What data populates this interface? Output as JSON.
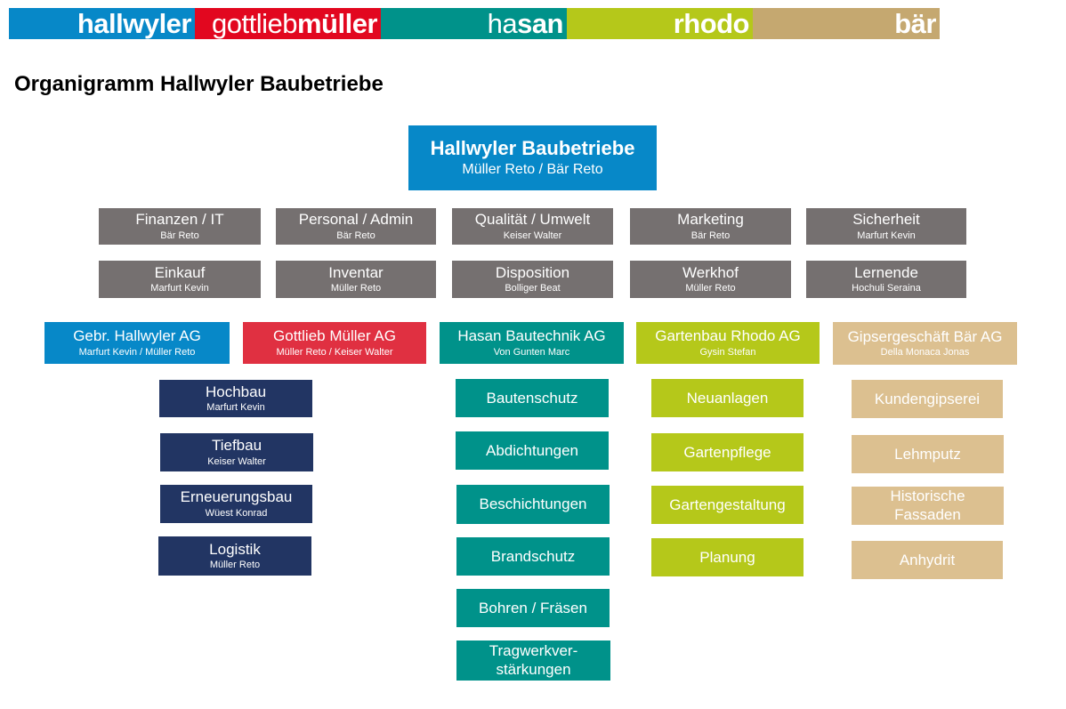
{
  "brand_bar": [
    {
      "light": "",
      "bold": "hallwyler",
      "color": "#0788c8"
    },
    {
      "light": "gottlieb",
      "bold": "müller",
      "color": "#e2071f"
    },
    {
      "light": "ha",
      "bold": "san",
      "color": "#00928a"
    },
    {
      "light": "",
      "bold": "rhodo",
      "color": "#b5c81a"
    },
    {
      "light": "",
      "bold": "bär",
      "color": "#c5a870"
    }
  ],
  "page_title": "Organigramm Hallwyler Baubetriebe",
  "root": {
    "label": "Hallwyler Baubetriebe",
    "person": "Müller Reto / Bär Reto"
  },
  "staff_row1": [
    {
      "label": "Finanzen / IT",
      "person": "Bär Reto"
    },
    {
      "label": "Personal / Admin",
      "person": "Bär Reto"
    },
    {
      "label": "Qualität / Umwelt",
      "person": "Keiser Walter"
    },
    {
      "label": "Marketing",
      "person": "Bär Reto"
    },
    {
      "label": "Sicherheit",
      "person": "Marfurt Kevin"
    }
  ],
  "staff_row2": [
    {
      "label": "Einkauf",
      "person": "Marfurt Kevin"
    },
    {
      "label": "Inventar",
      "person": "Müller Reto"
    },
    {
      "label": "Disposition",
      "person": "Bolliger Beat"
    },
    {
      "label": "Werkhof",
      "person": "Müller Reto"
    },
    {
      "label": "Lernende",
      "person": "Hochuli Seraina"
    }
  ],
  "companies": [
    {
      "label": "Gebr. Hallwyler AG",
      "person": "Marfurt Kevin / Müller Reto",
      "color": "#0788c8"
    },
    {
      "label": "Gottlieb Müller AG",
      "person": "Müller Reto / Keiser Walter",
      "color": "#e03041"
    },
    {
      "label": "Hasan Bautechnik AG",
      "person": "Von Gunten Marc",
      "color": "#00928a"
    },
    {
      "label": "Gartenbau Rhodo AG",
      "person": "Gysin Stefan",
      "color": "#b5c81a"
    },
    {
      "label": "Gipsergeschäft Bär AG",
      "person": "Della Monaca Jonas",
      "color": "#dcc090"
    }
  ],
  "hallwyler_units": [
    {
      "label": "Hochbau",
      "person": "Marfurt Kevin"
    },
    {
      "label": "Tiefbau",
      "person": "Keiser Walter"
    },
    {
      "label": "Erneuerungsbau",
      "person": "Wüest Konrad"
    },
    {
      "label": "Logistik",
      "person": "Müller Reto"
    }
  ],
  "hasan_units": [
    "Bautenschutz",
    "Abdichtungen",
    "Beschichtungen",
    "Brandschutz",
    "Bohren / Fräsen",
    "Tragwerkver-\nstärkungen"
  ],
  "rhodo_units": [
    "Neuanlagen",
    "Gartenpflege",
    "Gartengestaltung",
    "Planung"
  ],
  "baer_units": [
    "Kundengipserei",
    "Lehmputz",
    "Historische\nFassaden",
    "Anhydrit"
  ]
}
